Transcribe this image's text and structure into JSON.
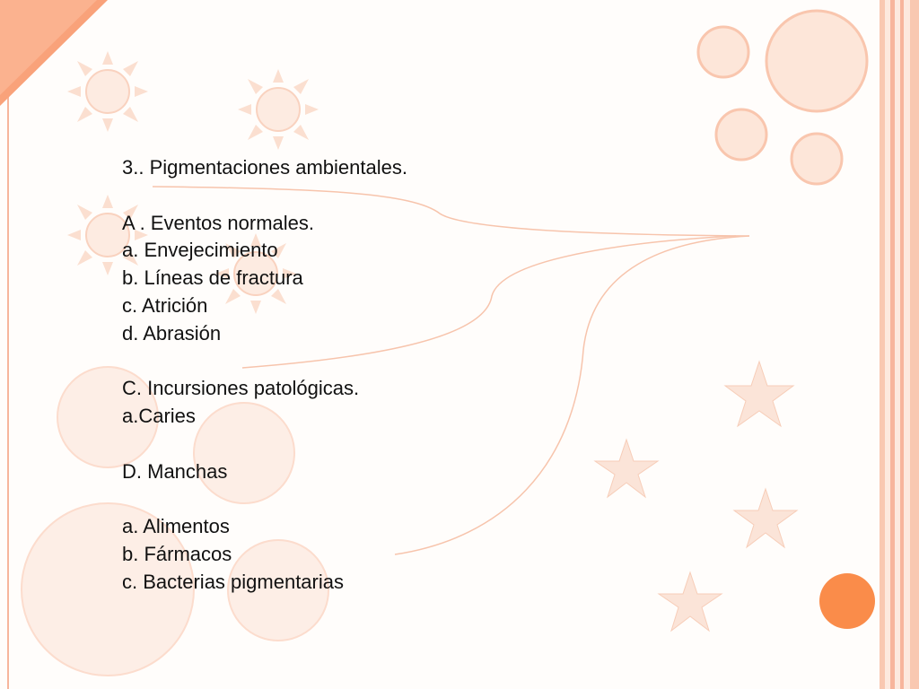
{
  "slide": {
    "lines": [
      "3.. Pigmentaciones ambientales.",
      "",
      "A . Eventos normales.",
      "a. Envejecimiento",
      "b. Líneas de fractura",
      "c. Atrición",
      "d. Abrasión",
      "",
      "C. Incursiones patológicas.",
      "a.Caries",
      "",
      "D. Manchas",
      "",
      "a. Alimentos",
      "b. Fármacos",
      "c. Bacterias pigmentarias"
    ]
  },
  "theme": {
    "accent": "#fa8c4a",
    "accent_light": "#fbd8c6",
    "stripe": "#f7b9a2",
    "text": "#111111"
  },
  "icons": [
    "sun-icon",
    "star-icon",
    "circle-decoration",
    "corner-triangle"
  ]
}
